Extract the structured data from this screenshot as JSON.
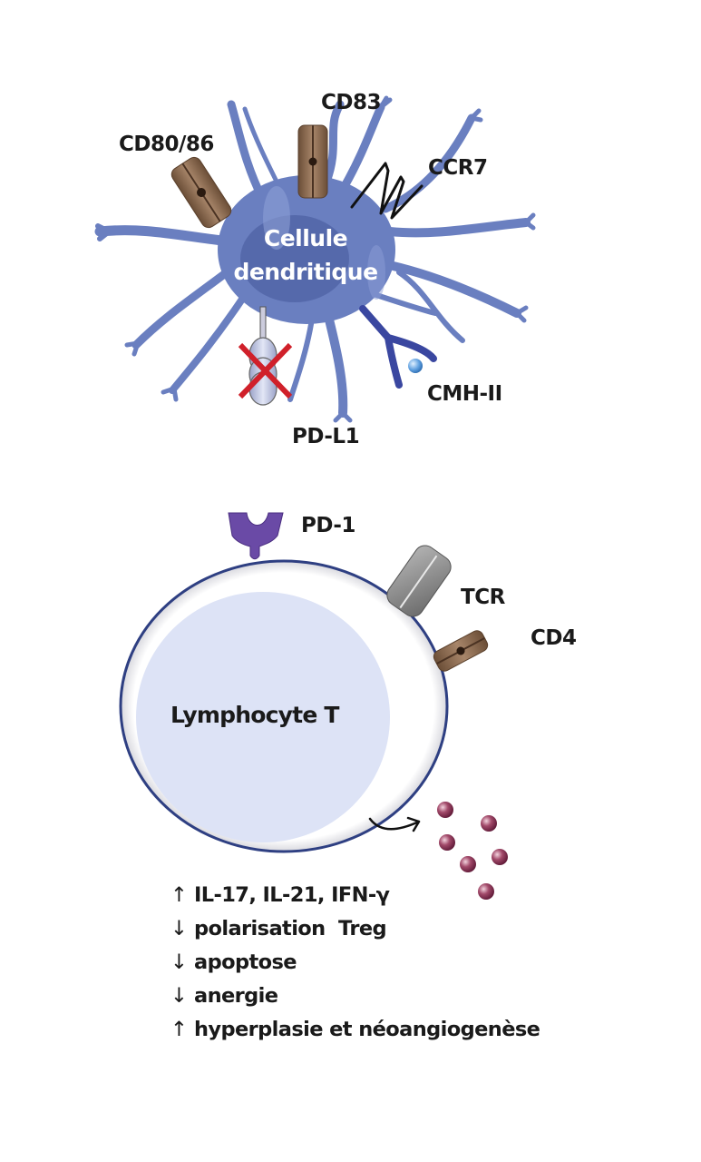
{
  "dendritic_cell": {
    "title_line1": "Cellule",
    "title_line2": "dendritique",
    "markers": {
      "cd80_86": "CD80/86",
      "cd83": "CD83",
      "ccr7": "CCR7",
      "cmh_ii": "CMH-II",
      "pd_l1": "PD-L1"
    },
    "pd_l1_blocked": true
  },
  "t_lymphocyte": {
    "title": "Lymphocyte T",
    "markers": {
      "pd_1": "PD-1",
      "tcr": "TCR",
      "cd4": "CD4"
    }
  },
  "effects": [
    {
      "direction": "up",
      "arrow": "↑",
      "text": "IL-17, IL-21, IFN-γ"
    },
    {
      "direction": "down",
      "arrow": "↓",
      "text": "polarisation  Treg"
    },
    {
      "direction": "down",
      "arrow": "↓",
      "text": "apoptose"
    },
    {
      "direction": "down",
      "arrow": "↓",
      "text": "anergie"
    },
    {
      "direction": "up",
      "arrow": "↑",
      "text": "hyperplasie et néoangiogenèse"
    }
  ],
  "colors": {
    "dc_body": "#6a7fc0",
    "dc_dark": "#4b5d9e",
    "lymph_membrane": "#2e3f82",
    "lymph_nucleus": "#dde3f6",
    "brown_receptor": "#8a6a4f",
    "cross": "#d0202a",
    "cytokine": "#8a2a4a",
    "pd1": "#6a4aa6"
  }
}
